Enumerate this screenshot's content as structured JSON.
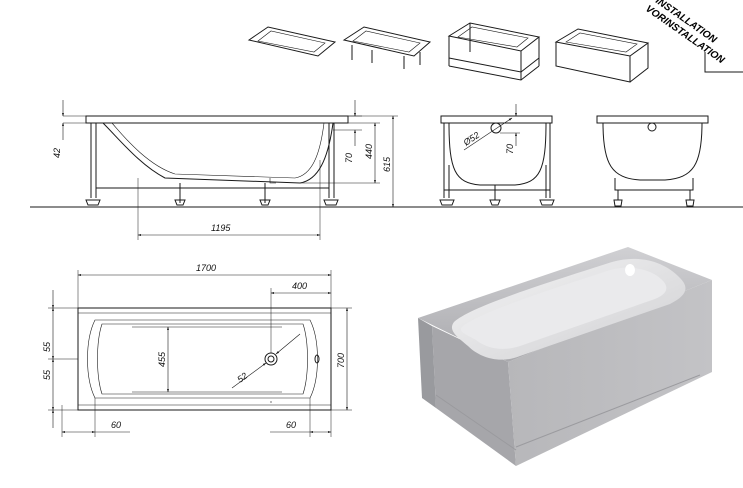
{
  "installation": {
    "line1": "INSTALLATION",
    "line2": "VORINSTALLATION"
  },
  "dimensions": {
    "rim_height": "42",
    "side_overflow_height": "70",
    "tub_depth": "440",
    "total_height": "615",
    "bottom_length": "1195",
    "drain_diameter": "Ø52",
    "end_overflow_height": "70",
    "total_length": "1700",
    "drain_offset": "400",
    "half_width_top": "55",
    "half_width_bottom": "55",
    "inner_width": "455",
    "total_width": "700",
    "drain_plan": "52",
    "left_margin": "60",
    "right_margin": "60"
  }
}
